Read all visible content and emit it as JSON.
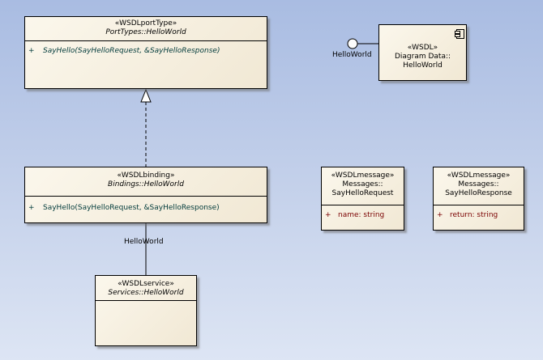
{
  "port_type": {
    "stereotype": "«WSDLportType»",
    "name": "PortTypes::HelloWorld",
    "operation": {
      "visibility": "+",
      "signature": "SayHello(SayHelloRequest, &SayHelloResponse)"
    }
  },
  "binding": {
    "stereotype": "«WSDLbinding»",
    "name": "Bindings::HelloWorld",
    "operation": {
      "visibility": "+",
      "signature": "SayHello(SayHelloRequest, &SayHelloResponse)"
    }
  },
  "service": {
    "stereotype": "«WSDLservice»",
    "name": "Services::HelloWorld"
  },
  "binding_service_link": {
    "label": "HelloWorld"
  },
  "diagram_data": {
    "stereotype": "«WSDL»",
    "name_line1": "Diagram Data::",
    "name_line2": "HelloWorld",
    "interface_label": "HelloWorld"
  },
  "message_request": {
    "stereotype": "«WSDLmessage»",
    "name_line1": "Messages::",
    "name_line2": "SayHelloRequest",
    "attribute": {
      "visibility": "+",
      "text": "name:  string"
    }
  },
  "message_response": {
    "stereotype": "«WSDLmessage»",
    "name_line1": "Messages::",
    "name_line2": "SayHelloResponse",
    "attribute": {
      "visibility": "+",
      "text": "return:  string"
    }
  }
}
